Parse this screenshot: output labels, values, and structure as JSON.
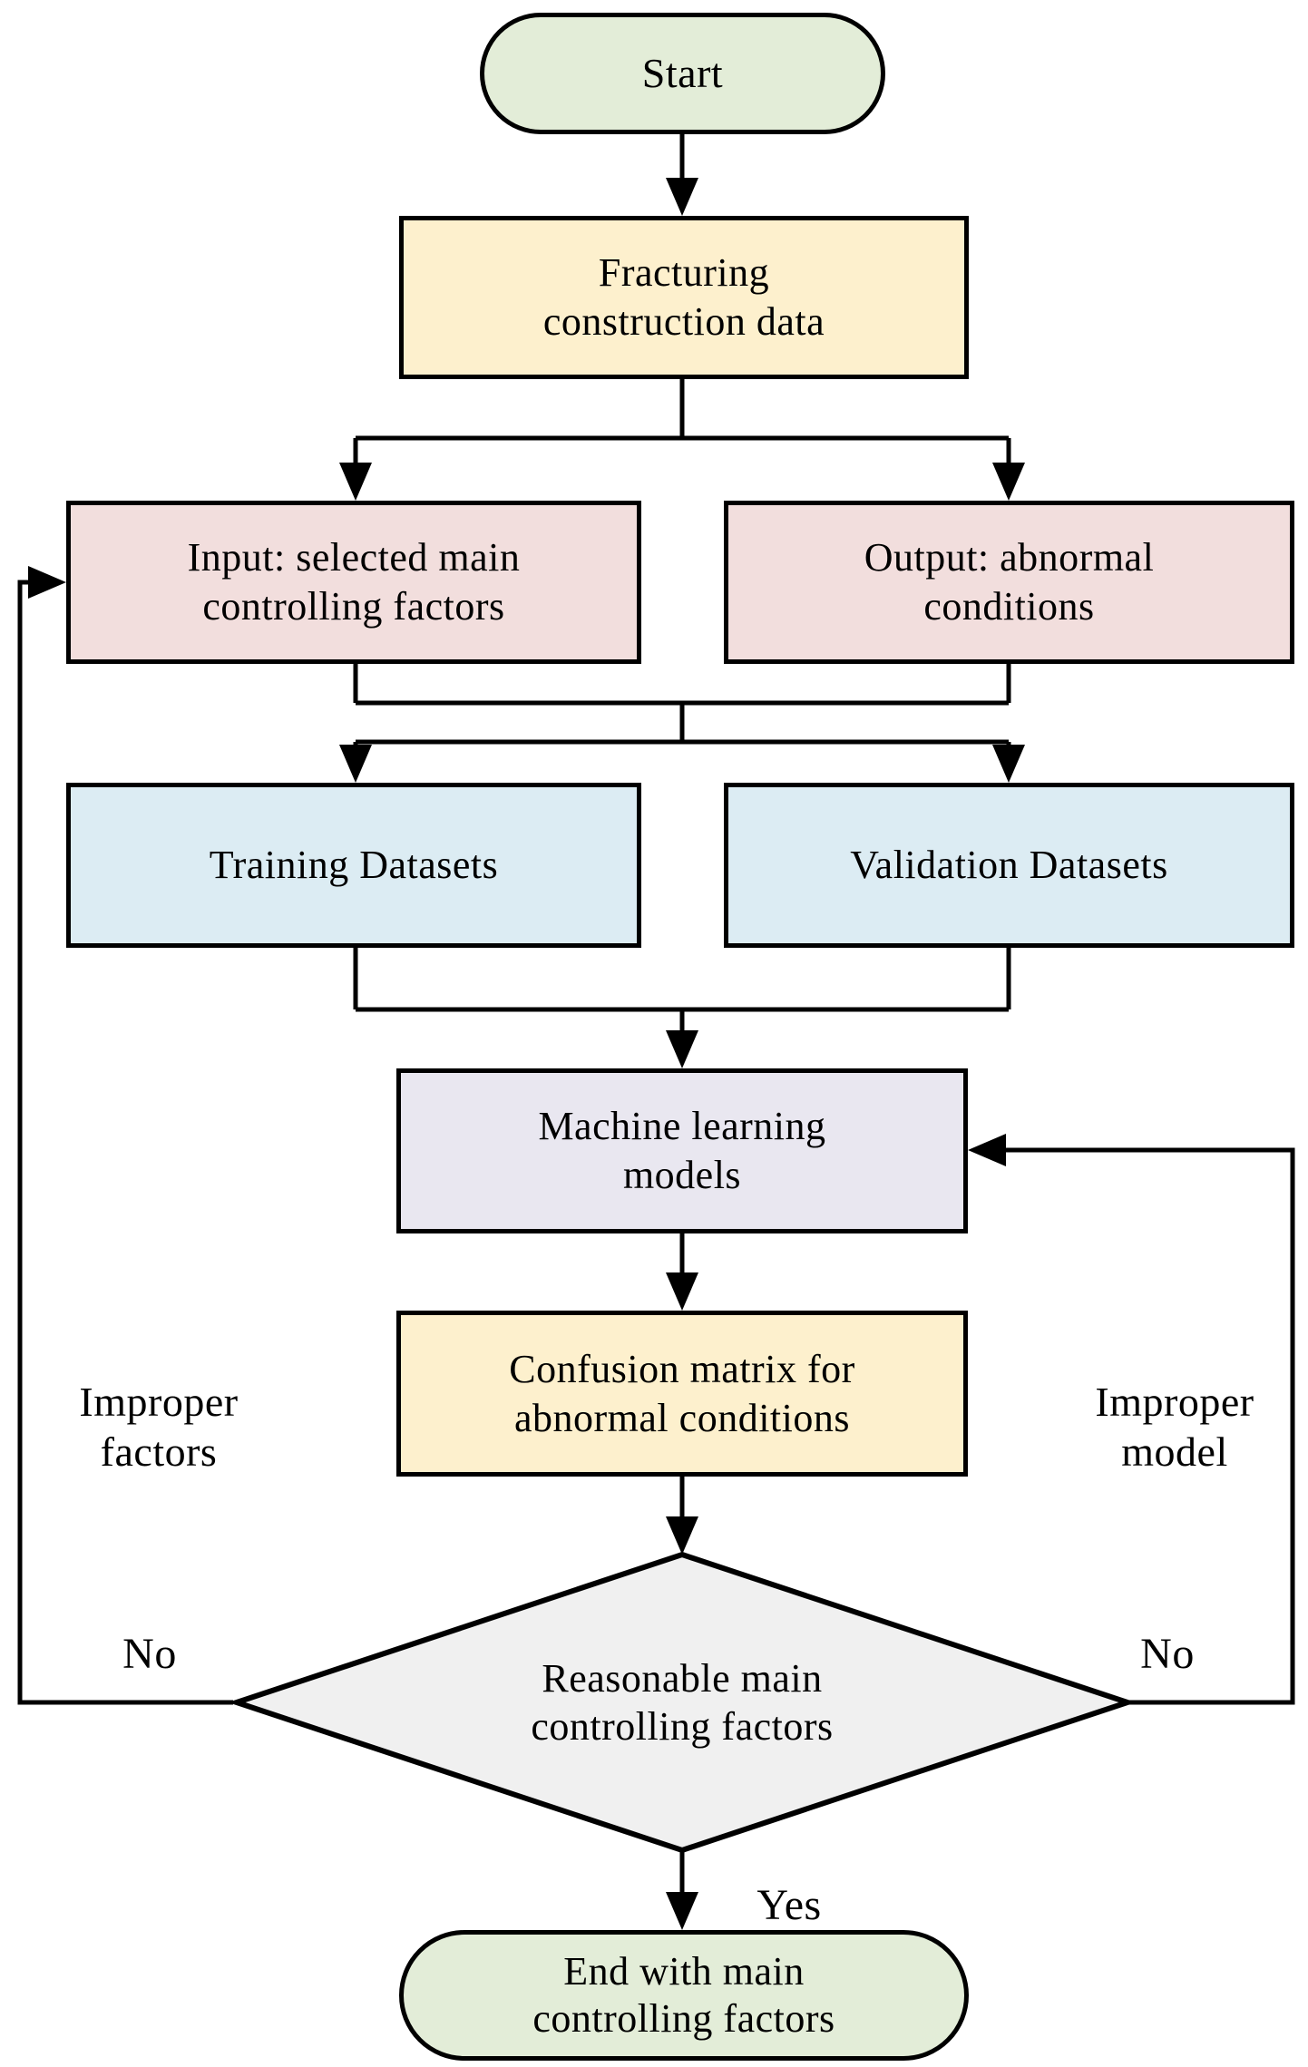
{
  "figure": "fracturing-abnormal-conditions-ml-workflow-flowchart",
  "colors": {
    "terminator_fill": "#e3edd8",
    "process_fill": "#fdf0cd",
    "io_fill": "#f2dedd",
    "dataset_fill": "#dcecf3",
    "model_fill": "#e9e7f0",
    "decision_fill": "#f0f0f0",
    "line": "#000000"
  },
  "nodes": {
    "start": {
      "label": "Start"
    },
    "fracturing": {
      "lines": [
        "Fracturing",
        "construction data"
      ]
    },
    "input": {
      "lines": [
        "Input: selected main",
        "controlling factors"
      ]
    },
    "output": {
      "lines": [
        "Output: abnormal",
        "conditions"
      ]
    },
    "training": {
      "label": "Training Datasets"
    },
    "validation": {
      "label": "Validation Datasets"
    },
    "ml_models": {
      "lines": [
        "Machine learning",
        "models"
      ]
    },
    "confusion": {
      "lines": [
        "Confusion matrix for",
        "abnormal conditions"
      ]
    },
    "decision": {
      "lines": [
        "Reasonable main",
        "controlling factors"
      ]
    },
    "end": {
      "lines": [
        "End with main",
        "controlling factors"
      ]
    }
  },
  "labels": {
    "yes": "Yes",
    "no_left": "No",
    "no_right": "No",
    "improper_factors": [
      "Improper",
      "factors"
    ],
    "improper_model": [
      "Improper",
      "model"
    ]
  }
}
